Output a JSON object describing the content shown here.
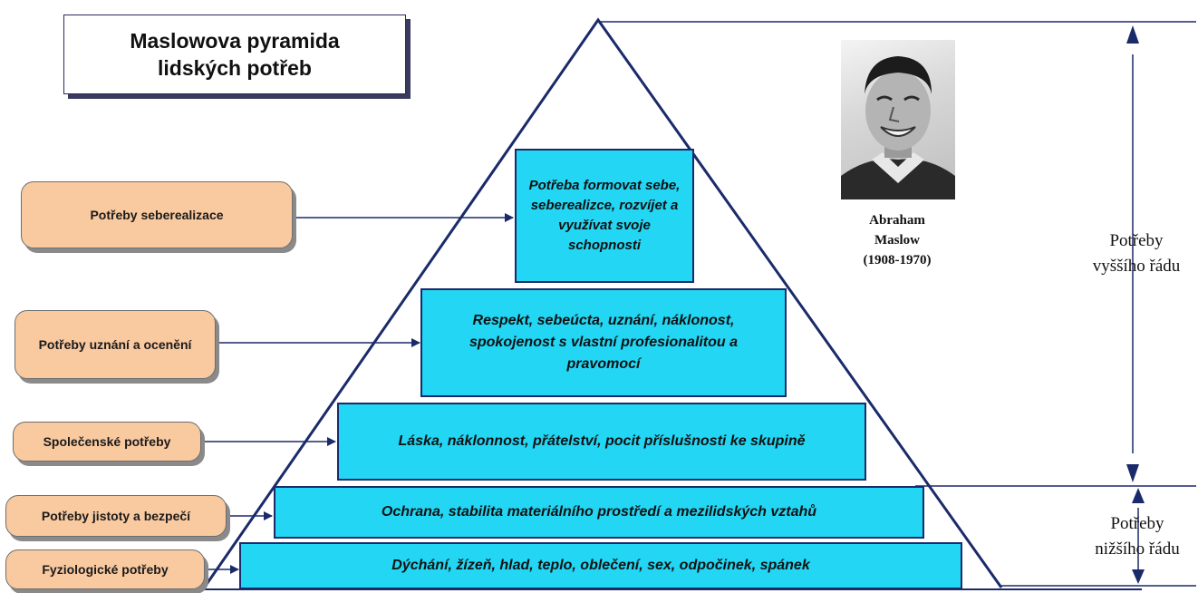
{
  "title": "Maslowova pyramida\nlidských potřeb",
  "labels": {
    "self_actualization": "Potřeby seberealizace",
    "esteem": "Potřeby uznání a ocenění",
    "social": "Společenské potřeby",
    "safety": "Potřeby jistoty a bezpečí",
    "physiological": "Fyziologické potřeby"
  },
  "levels": {
    "self_actualization": "Potřeba formovat sebe, seberealizce, rozvíjet a využívat svoje schopnosti",
    "esteem": "Respekt, sebeúcta, uznání, náklonost, spokojenost s vlastní profesionalitou a pravomocí",
    "social": "Láska, náklonnost, přátelství, pocit příslušnosti ke skupině",
    "safety": "Ochrana, stabilita materiálního prostředí a mezilidských vztahů",
    "physiological": "Dýchání, žízeň, hlad, teplo, oblečení, sex, odpočinek, spánek"
  },
  "photo_caption": "Abraham\nMaslow\n(1908-1970)",
  "higher_needs": "Potřeby\nvyššího řádu",
  "lower_needs": "Potřeby\nnižšího řádu",
  "colors": {
    "level_fill": "#22d6f4",
    "label_fill": "#f9c9a0",
    "outline": "#1b2a6a"
  }
}
